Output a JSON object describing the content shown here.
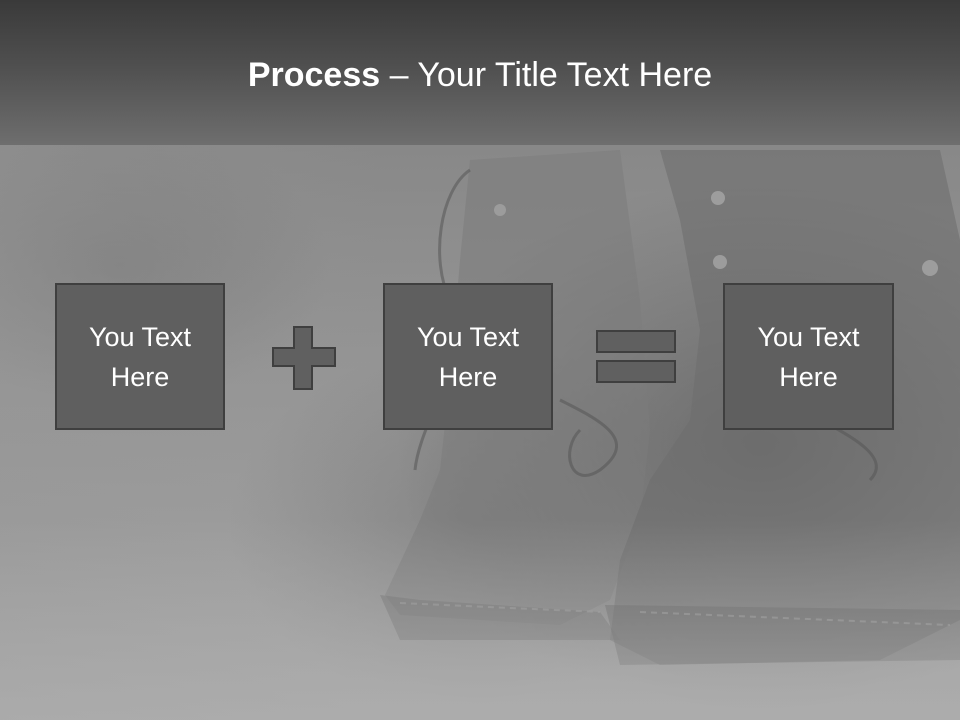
{
  "title": {
    "bold": "Process",
    "rest": " – Your Title Text Here"
  },
  "boxes": [
    {
      "text": "You Text Here"
    },
    {
      "text": "You Text Here"
    },
    {
      "text": "You Text Here"
    }
  ],
  "operators": [
    "plus-icon",
    "equals-icon"
  ],
  "colors": {
    "header": "#4a4a4a",
    "box_fill": "#5f5f5f",
    "box_border": "#3f3f3f",
    "operator_fill": "#606060",
    "text": "#ffffff"
  }
}
